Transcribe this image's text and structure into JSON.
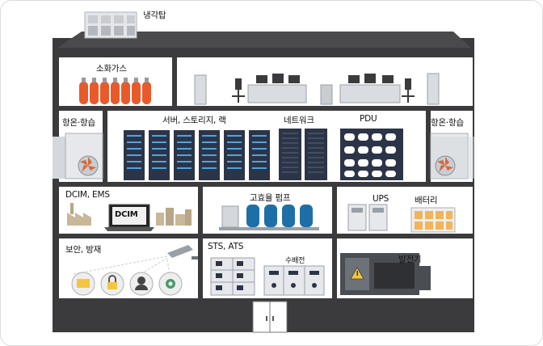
{
  "labels": {
    "cooling_tower": "냉각탑",
    "fire_suppression": "소화가스",
    "crac_left": "항온·항습",
    "servers": "서버, 스토리지, 랙",
    "network": "네트워크",
    "pdu": "PDU",
    "crac_right": "항온·항습",
    "dcim": "DCIM, EMS",
    "dcim_screen": "DCIM",
    "pump": "고효율 펌프",
    "ups": "UPS",
    "battery": "배터리",
    "security": "보안, 방재",
    "sts": "STS, ATS",
    "switchgear": "수배전",
    "generator": "발전기"
  },
  "colors": {
    "building": "#3b3b3d",
    "roof": "#4a4a4c",
    "fire_tank": "#e85a2a",
    "server_rack": "#2c3547",
    "server_led": "#4fa3e0",
    "pump": "#1e6fa8",
    "battery": "#f2b45a",
    "fan": "#d7693a",
    "icon_yellow": "#f5c542"
  },
  "icons": [
    "cooling-tower-icon",
    "gas-cylinder-icon",
    "office-desk-icon",
    "crac-unit-icon",
    "server-rack-icon",
    "network-rack-icon",
    "pdu-icon",
    "factory-icon",
    "laptop-icon",
    "pump-icon",
    "ups-icon",
    "battery-icon",
    "cctv-icon",
    "lock-icon",
    "shield-icon",
    "person-icon",
    "eye-icon",
    "switchgear-icon",
    "generator-icon",
    "warning-icon",
    "door-icon"
  ]
}
